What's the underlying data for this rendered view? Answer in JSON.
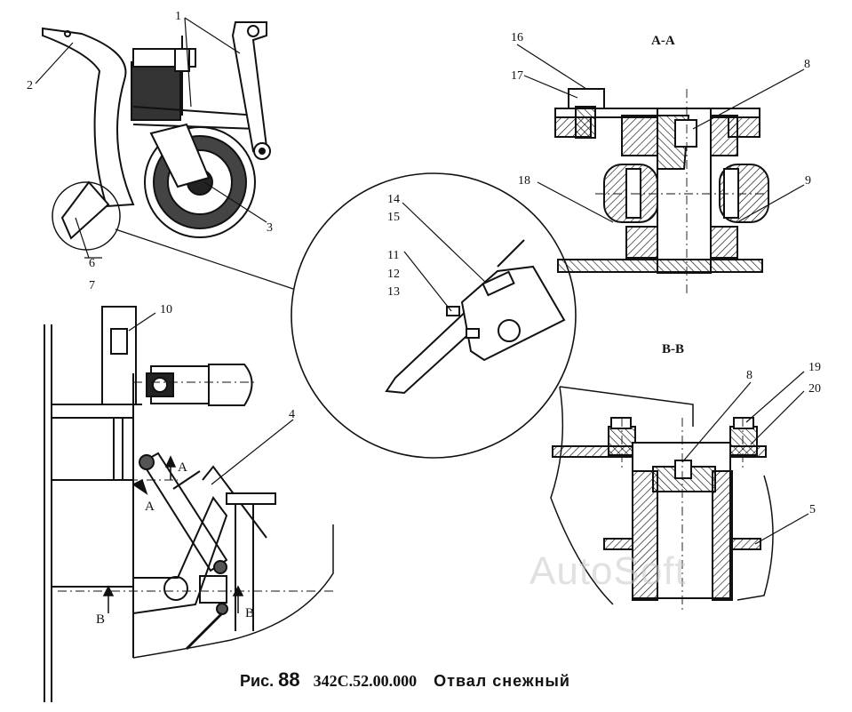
{
  "figure": {
    "caption_prefix": "Рис.",
    "caption_number": "88",
    "drawing_code": "342С.52.00.000",
    "title": "Отвал снежный"
  },
  "sections": {
    "aa": "А-А",
    "bb": "В-В"
  },
  "view_marks": {
    "a_left": "А",
    "a_arrow": "А",
    "b_left": "В",
    "b_right": "В"
  },
  "callouts": [
    "1",
    "2",
    "3",
    "4",
    "5",
    "6",
    "7",
    "8",
    "9",
    "10",
    "11",
    "12",
    "13",
    "14",
    "15",
    "16",
    "17",
    "18",
    "19",
    "20"
  ],
  "callout_8b": "8",
  "watermark": "AutoSoft"
}
